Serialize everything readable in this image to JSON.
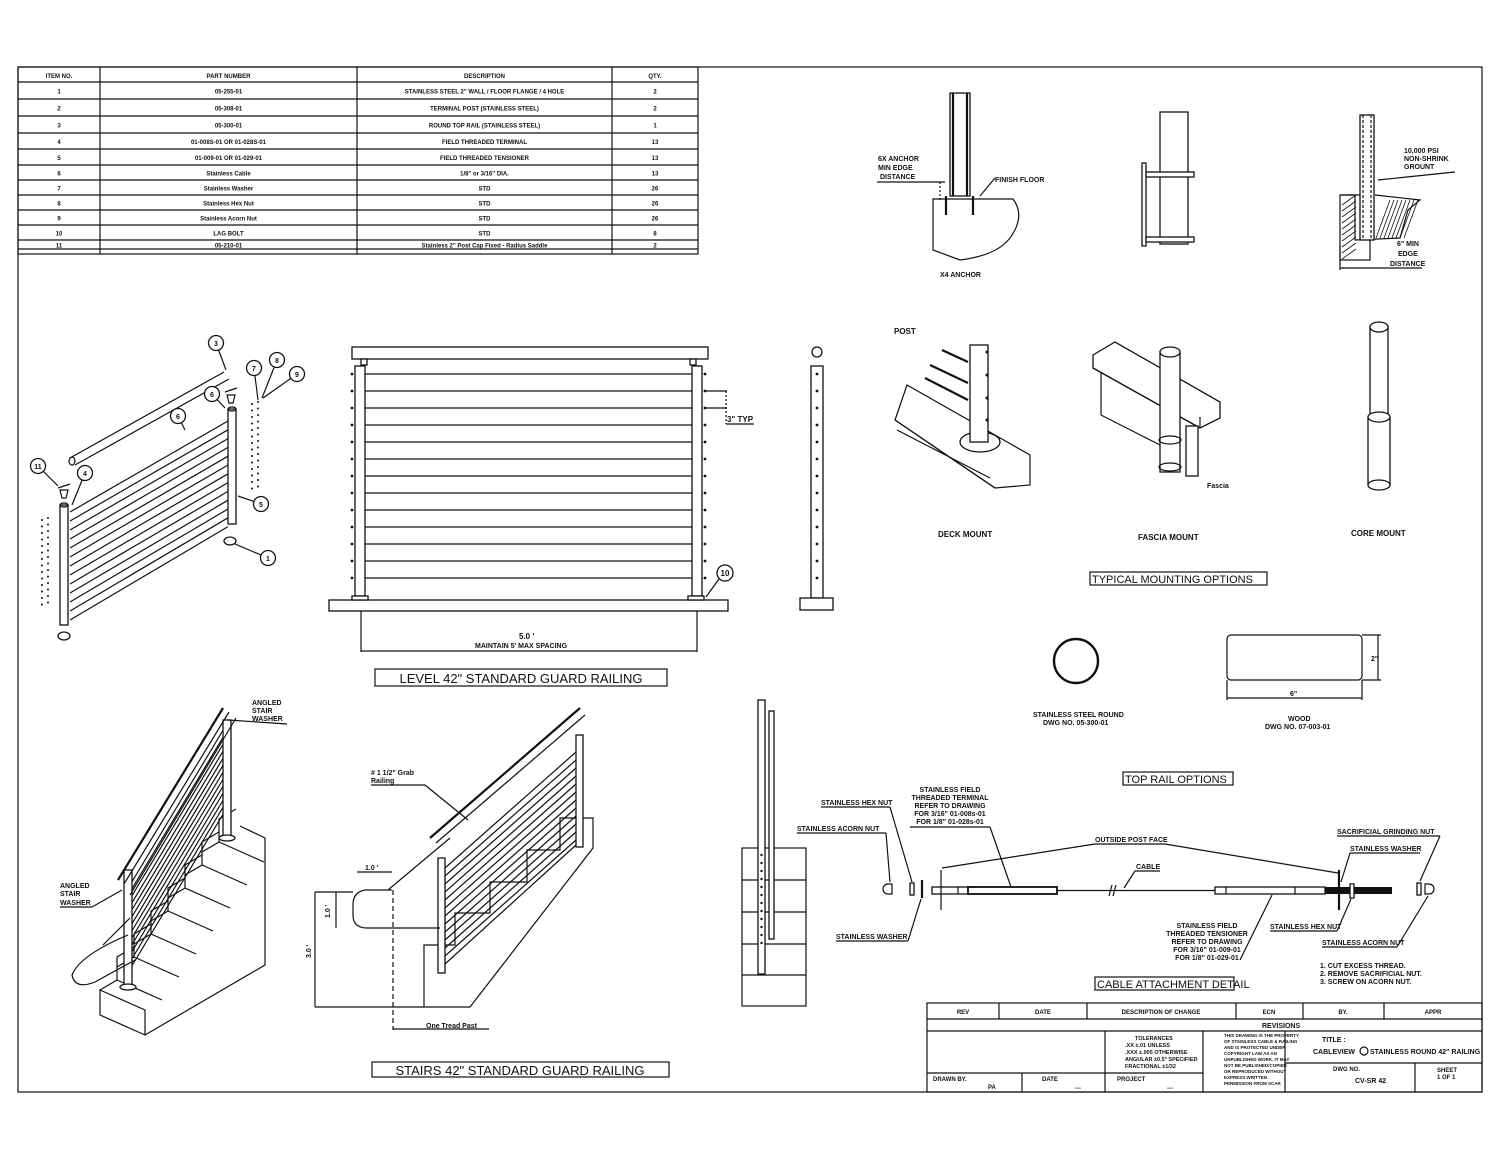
{
  "parts_table": {
    "headers": [
      "ITEM NO.",
      "PART NUMBER",
      "DESCRIPTION",
      "QTY."
    ],
    "rows": [
      {
        "item": "1",
        "part": "05-255-01",
        "desc": "STAINLESS STEEL 2\" WALL / FLOOR FLANGE / 4 HOLE",
        "qty": "2"
      },
      {
        "item": "2",
        "part": "05-308-01",
        "desc": "TERMINAL POST (STAINLESS STEEL)",
        "qty": "2"
      },
      {
        "item": "3",
        "part": "05-300-01",
        "desc": "ROUND TOP RAIL (STAINLESS STEEL)",
        "qty": "1"
      },
      {
        "item": "4",
        "part": "01-008S-01 OR 01-028S-01",
        "desc": "FIELD THREADED TERMINAL",
        "qty": "13"
      },
      {
        "item": "5",
        "part": "01-009-01 OR 01-029-01",
        "desc": "FIELD THREADED TENSIONER",
        "qty": "13"
      },
      {
        "item": "6",
        "part": "Stainless Cable",
        "desc": "1/8\" or 3/16\" DIA.",
        "qty": "13"
      },
      {
        "item": "7",
        "part": "Stainless Washer",
        "desc": "STD",
        "qty": "26"
      },
      {
        "item": "8",
        "part": "Stainless Hex Nut",
        "desc": "STD",
        "qty": "26"
      },
      {
        "item": "9",
        "part": "Stainless Acorn Nut",
        "desc": "STD",
        "qty": "26"
      },
      {
        "item": "10",
        "part": "LAG BOLT",
        "desc": "STD",
        "qty": "8"
      },
      {
        "item": "11",
        "part": "05-210-01",
        "desc": "Stainless 2\" Post Cap Fixed - Radius Saddle",
        "qty": "2"
      }
    ]
  },
  "anchor_details": {
    "edge_label": [
      "6X ANCHOR",
      "MIN EDGE",
      "DISTANCE"
    ],
    "finish_floor": "FINISH FLOOR",
    "anchor_count": "X4 ANCHOR",
    "grout_label": [
      "10,000 PSI",
      "NON-SHRINK",
      "GROUNT"
    ],
    "min_edge_label": [
      "6\"  MIN",
      "EDGE",
      "DISTANCE"
    ]
  },
  "exploded_view": {
    "balloons": [
      "3",
      "7",
      "8",
      "9",
      "6",
      "6",
      "11",
      "4",
      "5",
      "1"
    ]
  },
  "level_railing": {
    "title": "LEVEL 42\" STANDARD GUARD RAILING",
    "spacing_dim": "3\"  TYP",
    "width_dim": "5.0 '",
    "width_note": "MAINTAIN 5' MAX SPACING",
    "balloon": "10",
    "cable_count": 13
  },
  "mounting_options": {
    "title": "TYPICAL MOUNTING OPTIONS",
    "post_label": "POST",
    "fascia_label": "Fascia",
    "options": [
      "DECK MOUNT",
      "FASCIA MOUNT",
      "CORE MOUNT"
    ]
  },
  "top_rail_options": {
    "title": "TOP RAIL OPTIONS",
    "round": [
      "STAINLESS STEEL ROUND",
      "DWG NO. 05-300-01"
    ],
    "wood": [
      "WOOD",
      "DWG NO. 07-003-01"
    ],
    "wood_width": "6\"",
    "wood_height": "2\""
  },
  "stairs_railing": {
    "title": "STAIRS 42\" STANDARD GUARD RAILING",
    "angled_washer": [
      "ANGLED",
      "STAIR",
      "WASHER"
    ],
    "grab_rail": [
      "# 1 1/2\" Grab",
      "Railing"
    ],
    "dim_top": "1.0 '",
    "dim_side": "1.0 '",
    "dim_height": "3.0 '",
    "one_tread": "One Tread Past"
  },
  "cable_attachment": {
    "title": "CABLE ATTACHMENT DETAIL",
    "left_labels": {
      "hex_nut": "STAINLESS HEX NUT",
      "acorn_nut": "STAINLESS ACORN NUT",
      "washer": "STAINLESS WASHER",
      "terminal": [
        "STAINLESS FIELD",
        "THREADED TERMINAL",
        "REFER TO DRAWING",
        "FOR 3/16\" 01-008s-01",
        "FOR 1/8\" 01-028s-01"
      ]
    },
    "center_labels": {
      "post_face": "OUTSIDE POST FACE",
      "cable": "CABLE"
    },
    "right_labels": {
      "grinding_nut": "SACRIFICIAL GRINDING NUT",
      "washer": "STAINLESS WASHER",
      "hex_nut": "STAINLESS HEX NUT",
      "acorn_nut": "STAINLESS ACORN NUT",
      "tensioner": [
        "STAINLESS FIELD",
        "THREADED TENSIONER",
        "REFER TO DRAWING",
        "FOR 3/16\" 01-009-01",
        "FOR 1/8\" 01-029-01"
      ]
    },
    "steps": [
      "1.   CUT EXCESS THREAD.",
      "2.   REMOVE SACRIFICIAL NUT.",
      "3.   SCREW ON ACORN NUT."
    ]
  },
  "title_block": {
    "rev_headers": [
      "REV",
      "DATE",
      "DESCRIPTION OF CHANGE",
      "ECN",
      "BY.",
      "APPR"
    ],
    "revisions_label": "REVISIONS",
    "tolerances": [
      "TOLERANCES",
      ".XX  ±.01          UNLESS",
      ".XXX  ±.005      OTHERWISE",
      "ANGULAR   ±0.5°  SPECIFIED",
      "FRACTIONAL    ±1/32"
    ],
    "notice": [
      "THIS DRAWING IS THE PROPERTY",
      "OF STAINLESS CABLE & RAILING",
      "AND IS PROTECTED UNDER",
      "COPYRIGHT LAW AS AN",
      "UNPUBLISHED WORK. IT MAY",
      "NOT BE PUBLISHED/COPIED",
      "OR REPRODUCED WITHOUT",
      "EXPRESS WRITTEN",
      "PERMISSION FROM SCAR"
    ],
    "title_label": "TITLE :",
    "brand": "CABLEVIEW",
    "title_text": "STAINLESS ROUND 42\" RAILING",
    "dwg_no_label": "DWG NO.",
    "dwg_no": "CV-SR 42",
    "sheet_label": "SHEET",
    "sheet": "1 OF 1",
    "drawn_by_label": "DRAWN BY.",
    "drawn_by": "PA",
    "date_label": "DATE",
    "date": "---",
    "project_label": "PROJECT",
    "project": "---"
  }
}
